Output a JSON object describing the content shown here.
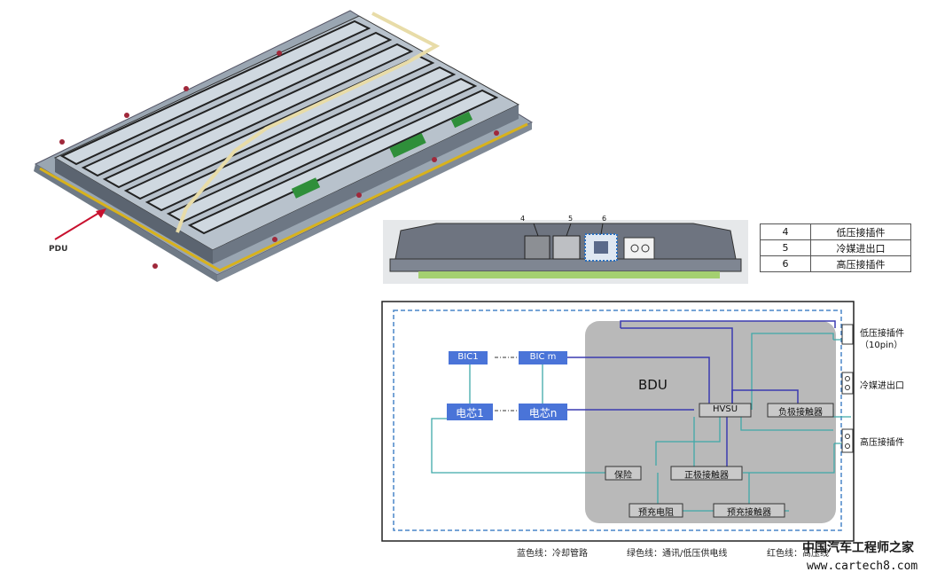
{
  "pack_render": {
    "pdu_label": "PDU"
  },
  "connector_view": {
    "callouts": [
      "4",
      "5",
      "6"
    ]
  },
  "legend_table": {
    "rows": [
      {
        "num": "4",
        "name": "低压接插件"
      },
      {
        "num": "5",
        "name": "冷媒进出口"
      },
      {
        "num": "6",
        "name": "高压接插件"
      }
    ]
  },
  "schematic": {
    "bdu_label": "BDU",
    "nodes": {
      "bic1": "BIC1",
      "bicm": "BIC m",
      "cell1": "电芯1",
      "celln": "电芯n",
      "hvsu": "HVSU",
      "neg_contactor": "负极接触器",
      "pos_contactor": "正极接触器",
      "fuse": "保险",
      "precharge_resistor": "预充电阻",
      "precharge_contactor": "预充接触器"
    },
    "ports": {
      "lv_connector": "低压接插件",
      "lv_pins": "（10pin）",
      "coolant": "冷媒进出口",
      "hv_connector": "高压接插件"
    },
    "colors": {
      "blue_line": "#3b3bb0",
      "green_line": "#3fa9a9",
      "node_blue": "#4a74d8",
      "bdu_fill": "#b9b9b9"
    }
  },
  "footer": {
    "blue_legend": "蓝色线：冷却管路",
    "green_legend": "绿色线：通讯/低压供电线",
    "red_legend": "红色线：高压线"
  },
  "watermark": {
    "brand": "中国汽车工程师之家",
    "url": "www.cartech8.com"
  }
}
